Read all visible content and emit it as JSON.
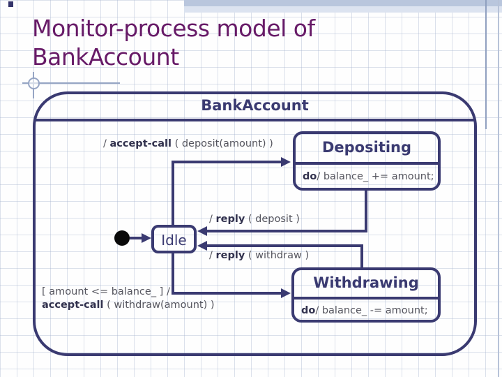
{
  "slide_title": {
    "line1": "Monitor-process model of",
    "line2": "BankAccount"
  },
  "machine": {
    "name": "BankAccount"
  },
  "states": {
    "idle": {
      "label": "Idle"
    },
    "depositing": {
      "title": "Depositing",
      "do_keyword": "do",
      "do_rest": "/ balance_ += amount;"
    },
    "withdrawing": {
      "title": "Withdrawing",
      "do_keyword": "do",
      "do_rest": "/ balance_ -= amount;"
    }
  },
  "transitions": {
    "accept_deposit": {
      "prefix": "/ ",
      "keyword": "accept-call",
      "rest": " ( deposit(amount) )"
    },
    "reply_deposit": {
      "prefix": "/ ",
      "keyword": "reply",
      "rest": " ( deposit )"
    },
    "reply_withdraw": {
      "prefix": "/ ",
      "keyword": "reply",
      "rest": " ( withdraw )"
    },
    "accept_withdraw": {
      "guard": "[ amount <= balance_ ] /",
      "keyword": "accept-call",
      "rest": " ( withdraw(amount) )"
    }
  },
  "colors": {
    "accent_navy": "#3a3a71",
    "slide_title_purple": "#671a67",
    "top_band": "#b9c6dd"
  }
}
